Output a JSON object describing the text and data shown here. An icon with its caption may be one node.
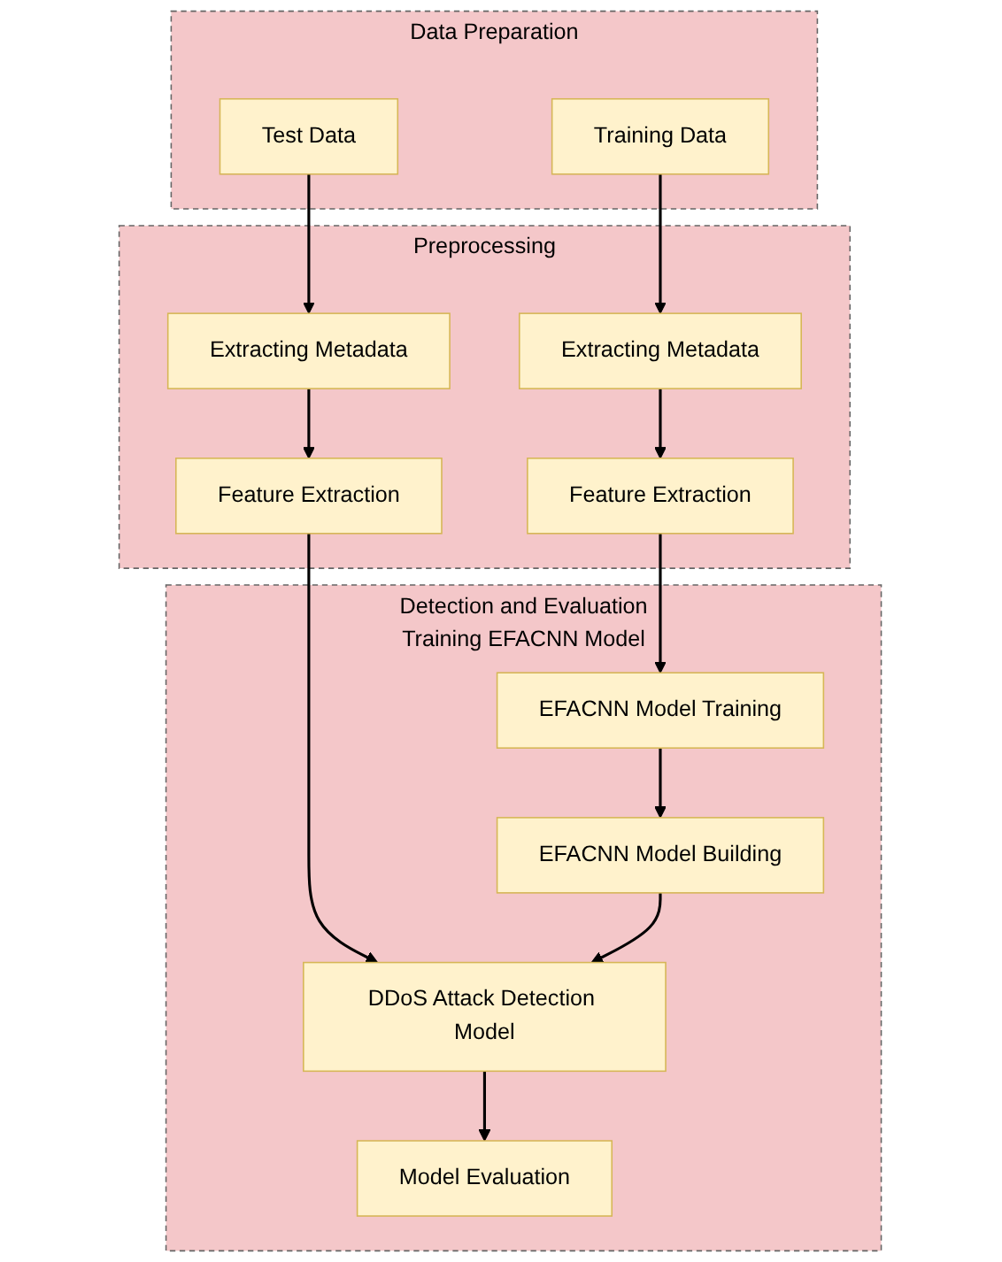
{
  "diagram": {
    "nodes": [
      {
        "text": [
          "Data Preparation"
        ]
      },
      {
        "text": [
          "Test Data"
        ],
        "in": 0
      },
      {
        "text": [
          "Training Data"
        ],
        "in": 0
      },
      {
        "text": [
          "Preprocessing"
        ]
      },
      {
        "text": [
          "Extracting Metadata"
        ],
        "in": 3
      },
      {
        "text": [
          "Extracting Metadata"
        ],
        "in": 3
      },
      {
        "text": [
          "Feature Extraction"
        ],
        "in": 3
      },
      {
        "text": [
          "Feature Extraction"
        ],
        "in": 3
      },
      {
        "text": [
          "Detection and Evaluation",
          "Training EFACNN Model"
        ]
      },
      {
        "text": [
          "DDoS Attack Detection Model"
        ],
        "in": 8
      },
      {
        "text": [
          "EFACNN Model Training"
        ],
        "in": 8
      },
      {
        "text": [
          "Model Evaluation"
        ],
        "in": 8
      },
      {
        "text": [
          "EFACNN Model Building"
        ],
        "in": 8
      }
    ],
    "edges": [
      {
        "from": 1,
        "to": 4,
        "arrow": "to"
      },
      {
        "from": 2,
        "to": 5,
        "arrow": "to"
      },
      {
        "from": 4,
        "to": 6,
        "arrow": "to"
      },
      {
        "from": 5,
        "to": 7,
        "arrow": "to"
      },
      {
        "from": 6,
        "to": 9,
        "arrow": "to"
      },
      {
        "from": 7,
        "to": 10,
        "arrow": "to"
      },
      {
        "from": 9,
        "to": 11,
        "arrow": "to"
      },
      {
        "from": 10,
        "to": 12,
        "arrow": "to"
      },
      {
        "from": 12,
        "to": 9,
        "arrow": "to"
      }
    ]
  }
}
